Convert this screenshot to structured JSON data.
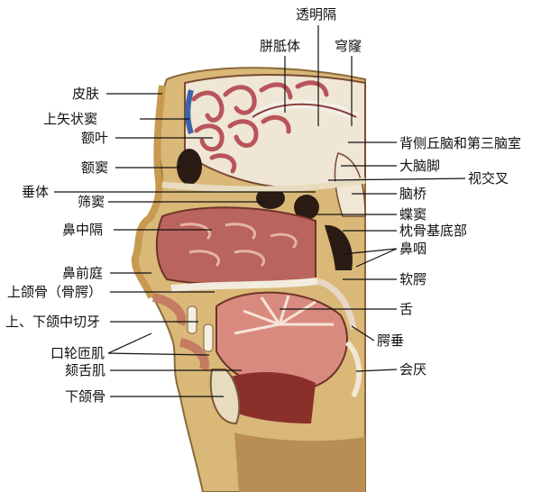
{
  "diagram": {
    "labels": {
      "toumingge": "透明隔",
      "pianzhiti": "胼胝体",
      "qionglong": "穹窿",
      "pifu": "皮肤",
      "shangshizhuangdou": "上矢状窦",
      "eye": "额叶",
      "beice": "背侧丘脑和第三脑室",
      "edou": "额窦",
      "danaojiao": "大脑脚",
      "shijiaocha": "视交叉",
      "chuiti": "垂体",
      "shaidou": "筛窦",
      "naoqiao": "脑桥",
      "diedou": "蝶窦",
      "zhenguji": "枕骨基底部",
      "bizhongge": "鼻中隔",
      "biyan": "鼻咽",
      "biqianting": "鼻前庭",
      "ruane": "软腭",
      "shanghegu": "上颌骨（骨腭）",
      "she": "舌",
      "qieya": "上、下颌中切牙",
      "kouluanji": "口轮匝肌",
      "echui": "腭垂",
      "keji": "颏舌肌",
      "huiyan": "会厌",
      "xiahegu": "下颌骨"
    },
    "colors": {
      "skin": "#d9b878",
      "brain_cortex": "#efe6d6",
      "brain_fold": "#b9545a",
      "muscle": "#b9645c",
      "bone": "#e8dcc0",
      "dark": "#3a2418"
    }
  }
}
